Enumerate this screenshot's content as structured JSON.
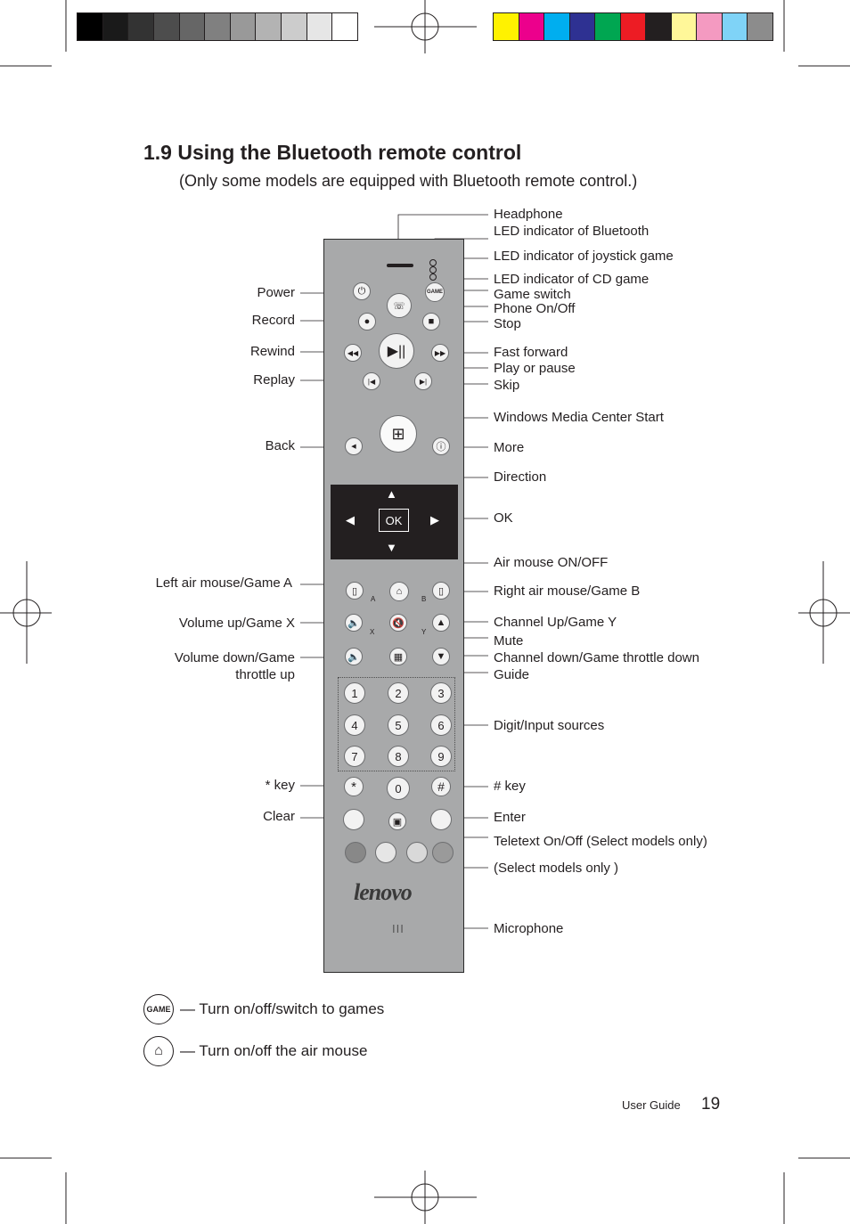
{
  "page": {
    "title": "1.9 Using the Bluetooth remote control",
    "subtitle": "(Only some models are equipped with Bluetooth remote control.)",
    "footer_label": "User Guide",
    "page_number": "19"
  },
  "calibration": {
    "gray": [
      "#000000",
      "#1a1a1a",
      "#333333",
      "#4d4d4d",
      "#666666",
      "#808080",
      "#999999",
      "#b3b3b3",
      "#cccccc",
      "#e6e6e6",
      "#ffffff"
    ],
    "color": [
      "#fff200",
      "#ec008c",
      "#00aeef",
      "#2e3192",
      "#00a651",
      "#ed1c24",
      "#231f20",
      "#fff799",
      "#f49ac1",
      "#7fd3f7",
      "#8c8c8c"
    ]
  },
  "labels_right": {
    "headphone": "Headphone",
    "led_bluetooth": "LED indicator of Bluetooth",
    "led_joystick": "LED indicator of joystick game",
    "led_cd": "LED indicator of CD game",
    "game_switch": "Game switch",
    "phone": "Phone On/Off",
    "stop": "Stop",
    "fast_forward": "Fast forward",
    "play_pause": "Play or pause",
    "skip": "Skip",
    "wmc_start": "Windows Media Center Start",
    "more": "More",
    "direction": "Direction",
    "ok": "OK",
    "air_mouse": "Air mouse ON/OFF",
    "right_air_mouse": "Right air mouse/Game B",
    "channel_up": "Channel Up/Game Y",
    "mute": "Mute",
    "channel_down": "Channel down/Game throttle down",
    "guide": "Guide",
    "digit": "Digit/Input sources",
    "hash_key": "# key",
    "enter": "Enter",
    "teletext": "Teletext On/Off (Select models only)",
    "select_models": "(Select models only )",
    "microphone": "Microphone"
  },
  "labels_left": {
    "power": "Power",
    "record": "Record",
    "rewind": "Rewind",
    "replay": "Replay",
    "back": "Back",
    "left_air_mouse": "Left air mouse/Game A",
    "volume_up": "Volume up/Game X",
    "volume_down_1": "Volume down/Game",
    "volume_down_2": "throttle up",
    "star_key": "* key",
    "clear": "Clear"
  },
  "remote": {
    "game_btn": "GAME",
    "ok_btn": "OK",
    "logo": "lenovo",
    "mic_slots": "III",
    "letters": {
      "a": "A",
      "b": "B",
      "x": "X",
      "y": "Y"
    },
    "digits": [
      "1",
      "2",
      "3",
      "4",
      "5",
      "6",
      "7",
      "8",
      "9",
      "0"
    ],
    "star": "*",
    "hash": "#",
    "colors": [
      "#888888",
      "#e6e6e6",
      "#d9d9d9",
      "#9a9a9a"
    ]
  },
  "legend": {
    "game_icon": "GAME",
    "game_text": "— Turn on/off/switch to games",
    "mouse_text": "— Turn on/off the air mouse"
  }
}
